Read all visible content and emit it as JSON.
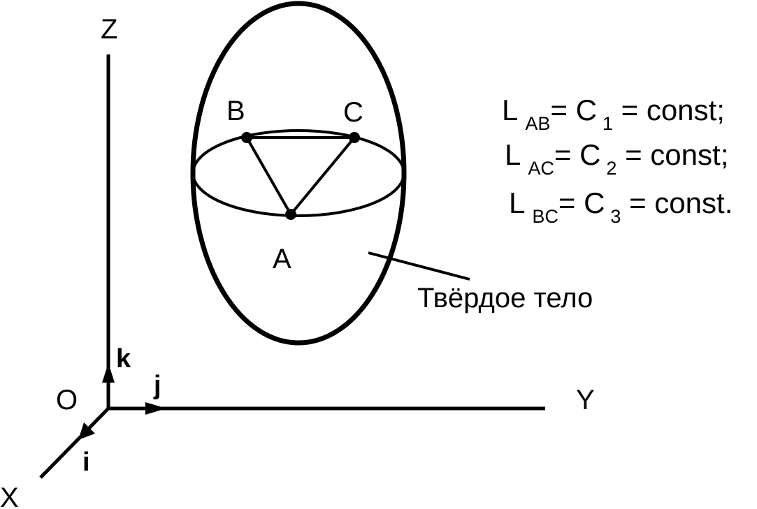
{
  "axes": {
    "z": "Z",
    "y": "Y",
    "x": "X",
    "origin": "O"
  },
  "unit_vectors": {
    "k": "k",
    "j": "j",
    "i": "i"
  },
  "points": {
    "a": "A",
    "b": "B",
    "c": "C"
  },
  "body_label": "Твёрдое тело",
  "equations": [
    {
      "l": "L",
      "sub": "AB",
      "c": "= C",
      "csub": "1",
      "rest": " = const;"
    },
    {
      "l": "L",
      "sub": "AC",
      "c": "= C",
      "csub": "2",
      "rest": " = const;"
    },
    {
      "l": "L",
      "sub": "BC",
      "c": "= C",
      "csub": "3",
      "rest": " = const."
    }
  ],
  "colors": {
    "stroke": "#000000",
    "background": "#ffffff"
  }
}
